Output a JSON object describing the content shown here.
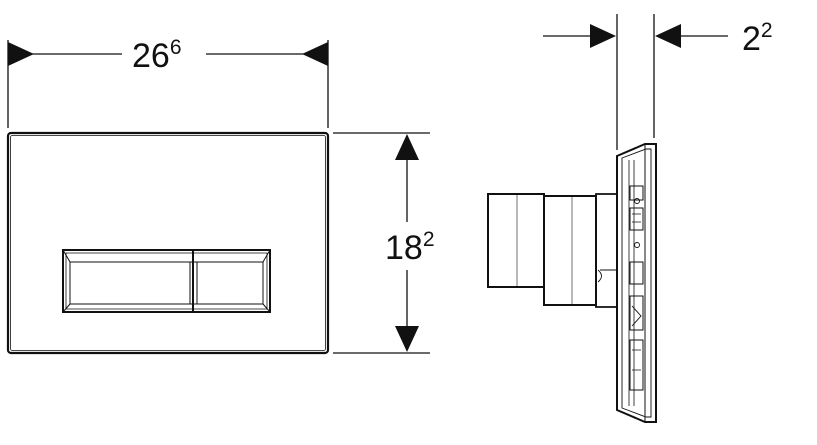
{
  "dimensions": {
    "width": {
      "main": "26",
      "sup": "6"
    },
    "height": {
      "main": "18",
      "sup": "2"
    },
    "depth": {
      "main": "2",
      "sup": "2"
    }
  },
  "colors": {
    "line": "#111111",
    "background": "#ffffff"
  }
}
